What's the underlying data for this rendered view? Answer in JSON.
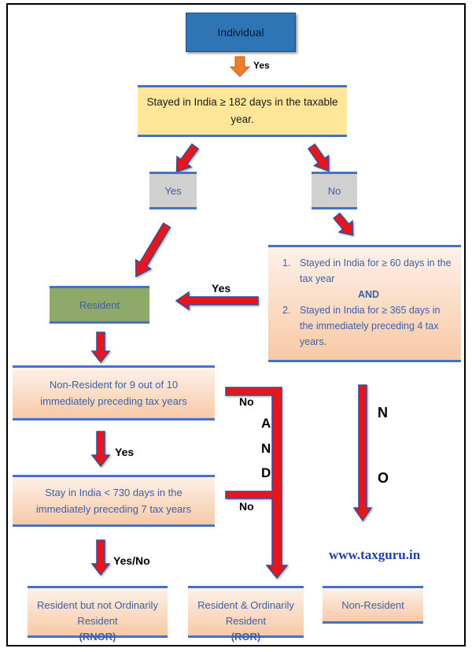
{
  "nodes": {
    "individual": "Individual",
    "stayed_182": "Stayed in India ≥ 182 days in the taxable year.",
    "yes": "Yes",
    "no": "No",
    "cond1_num": "1.",
    "cond1_text": "Stayed in India for ≥ 60 days in the tax year",
    "and_label": "AND",
    "cond2_num": "2.",
    "cond2_text": "Stayed in India for ≥ 365 days in the immediately preceding 4 tax years.",
    "resident": "Resident",
    "nr_9_of_10": "Non-Resident for 9 out of 10 immediately preceding tax years",
    "stay_730": "Stay in India < 730 days in the immediately preceding 7 tax years",
    "rnor_text": "Resident but not Ordinarily Resident",
    "rnor_abbr": "(RNOR)",
    "ror_text": "Resident & Ordinarily Resident",
    "ror_abbr": "(ROR)",
    "non_resident": "Non-Resident"
  },
  "labels": {
    "yes_top": "Yes",
    "yes_resident": "Yes",
    "yes_mid": "Yes",
    "yes_no": "Yes/No",
    "no_upper": "No",
    "no_lower": "No",
    "and_a": "A",
    "and_n": "N",
    "and_d": "D",
    "no_n": "N",
    "no_o": "O"
  },
  "watermark": "www.taxguru.in",
  "colors": {
    "arrow_red": "#e8141c",
    "arrow_blue_outline": "#2f4fa0",
    "orange_arrow": "#ed7d31",
    "individual_fill": "#2e75b6",
    "yellow_fill": "#ffe699",
    "grey_fill": "#d0d0d0",
    "green_fill": "#8fa96b",
    "text_blue": "#3d5fa8",
    "watermark_blue": "#1f3fa6"
  }
}
